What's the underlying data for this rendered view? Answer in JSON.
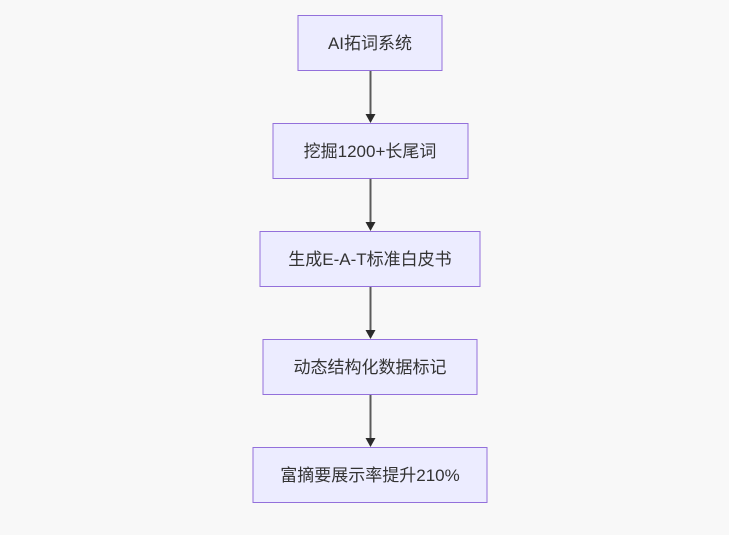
{
  "flowchart": {
    "type": "flowchart",
    "direction": "top-down",
    "nodes": [
      {
        "label": "AI拓词系统"
      },
      {
        "label": "挖掘1200+长尾词"
      },
      {
        "label": "生成E-A-T标准白皮书"
      },
      {
        "label": "动态结构化数据标记"
      },
      {
        "label": "富摘要展示率提升210%"
      }
    ],
    "edges": [
      {
        "from": 0,
        "to": 1
      },
      {
        "from": 1,
        "to": 2
      },
      {
        "from": 2,
        "to": 3
      },
      {
        "from": 3,
        "to": 4
      }
    ],
    "colors": {
      "node_fill": "#ececff",
      "node_border": "#9370db",
      "node_text": "#333333",
      "arrow_line": "#5b5b5b",
      "arrow_head": "#2b2b2b",
      "background": "#f8f8f8"
    }
  }
}
